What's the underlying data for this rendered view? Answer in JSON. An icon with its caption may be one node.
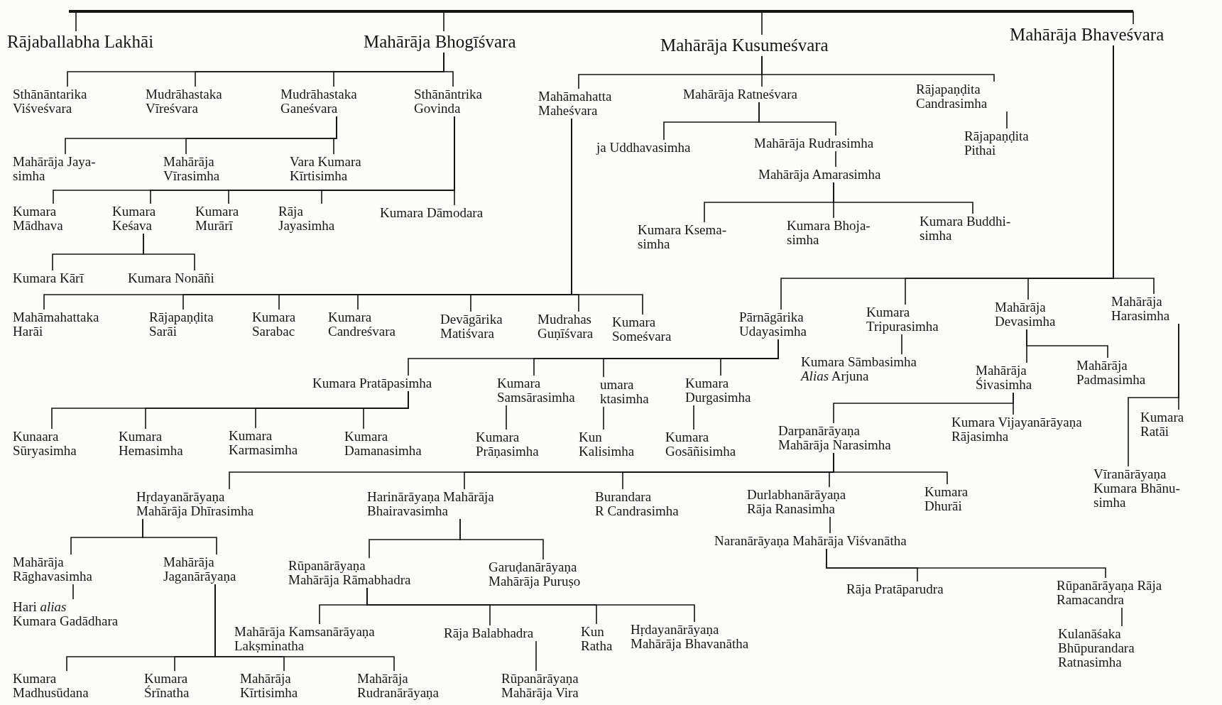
{
  "diagram": {
    "nodes": [
      {
        "text": [
          "Rājaballabha Lakhāi"
        ]
      },
      {
        "text": [
          "Mahārāja Bhogīśvara"
        ]
      },
      {
        "text": [
          "Mahārāja Kusumeśvara"
        ]
      },
      {
        "text": [
          "Mahārāja Bhaveśvara"
        ]
      },
      {
        "text": [
          "Sthānāntarika Viśveśvara"
        ]
      },
      {
        "text": [
          "Mudrāhastaka Vīreśvara"
        ]
      },
      {
        "text": [
          "Mudrāhastaka Ganeśvara"
        ]
      },
      {
        "text": [
          "Sthānāntrika Govinda"
        ]
      },
      {
        "text": [
          "Mahāmahatta Maheśvara"
        ]
      },
      {
        "text": [
          "Mahārāja Ratneśvara"
        ]
      },
      {
        "text": [
          "Rājapaṇḍita Candrasimha"
        ]
      },
      {
        "text": [
          "ja Uddhavasimha"
        ]
      },
      {
        "text": [
          "Mahārāja Rudrasimha"
        ]
      },
      {
        "text": [
          "Rājapaṇḍita Pithai"
        ]
      },
      {
        "text": [
          "Mahārāja Jaya- simha"
        ]
      },
      {
        "text": [
          "Mahārāja Vīrasimha"
        ]
      },
      {
        "text": [
          "Vara Kumara Kīrtisimha"
        ]
      },
      {
        "text": [
          "Mahārāja Amarasimha"
        ]
      },
      {
        "text": [
          "Kumara Mādhava"
        ]
      },
      {
        "text": [
          "Kumara Keśava"
        ]
      },
      {
        "text": [
          "Kumara Murārī"
        ]
      },
      {
        "text": [
          "Rāja Jayasimha"
        ]
      },
      {
        "text": [
          "Kumara Dāmodara"
        ]
      },
      {
        "text": [
          "Kumara Ksema- simha"
        ]
      },
      {
        "text": [
          "Kumara Bhoja- simha"
        ]
      },
      {
        "text": [
          "Kumara Buddhi- simha"
        ]
      },
      {
        "text": [
          "Kumara Kārī"
        ]
      },
      {
        "text": [
          "Kumara Nonāñi"
        ]
      },
      {
        "text": [
          "Mahāmahattaka Harāi"
        ]
      },
      {
        "text": [
          "Rājapaṇḍita Sarāi"
        ]
      },
      {
        "text": [
          "Kumara Sarabac"
        ]
      },
      {
        "text": [
          "Kumara Candreśvara"
        ]
      },
      {
        "text": [
          "Devāgārika Matiśvara"
        ]
      },
      {
        "text": [
          "Mudrahas Guṇīśvara"
        ]
      },
      {
        "text": [
          "Kumara Someśvara"
        ]
      },
      {
        "text": [
          "Pārnāgārika Udayasimha"
        ]
      },
      {
        "text": [
          "Kumara Tripurasimha"
        ]
      },
      {
        "text": [
          "Mahārāja Devasimha"
        ]
      },
      {
        "text": [
          "Mahārāja Harasimha"
        ]
      },
      {
        "text": [
          "Kumara Sāmbasimha *Alias* Arjuna"
        ]
      },
      {
        "text": [
          "Kumara Pratāpasimha"
        ]
      },
      {
        "text": [
          "Kumara Samsārasimha"
        ]
      },
      {
        "text": [
          "umara ktasimha"
        ]
      },
      {
        "text": [
          "Kumara Durgasimha"
        ]
      },
      {
        "text": [
          "Mahārāja Śivasimha"
        ]
      },
      {
        "text": [
          "Mahārāja Padmasimha"
        ]
      },
      {
        "text": [
          "Kunaara Sūryasimha"
        ]
      },
      {
        "text": [
          "Kumara Hemasimha"
        ]
      },
      {
        "text": [
          "Kumara Karmasimha"
        ]
      },
      {
        "text": [
          "Kumara Damanasimha"
        ]
      },
      {
        "text": [
          "Kumara Prāṇasimha"
        ]
      },
      {
        "text": [
          "Kun Kalisimha"
        ]
      },
      {
        "text": [
          "Kumara Gosāñisimha"
        ]
      },
      {
        "text": [
          "Darpanārāyaṇa Mahārāja Narasimha"
        ]
      },
      {
        "text": [
          "Kumara Vijayanārāyaṇa Rājasimha"
        ]
      },
      {
        "text": [
          "Kumara Ratāi"
        ]
      },
      {
        "text": [
          "Hṛdayanārāyaṇa Mahārāja Dhīrasimha"
        ]
      },
      {
        "text": [
          "Harinārāyaṇa Mahārāja Bhairavasimha"
        ]
      },
      {
        "text": [
          "Burandara R Candrasimha"
        ]
      },
      {
        "text": [
          "Durlabhanārāyaṇa Rāja Ranasimha"
        ]
      },
      {
        "text": [
          "Kumara Dhurāi"
        ]
      },
      {
        "text": [
          "Vīranārāyaṇa Kumara Bhānu- simha"
        ]
      },
      {
        "text": [
          "Naranārāyaṇa Mahārāja Viśvanātha"
        ]
      },
      {
        "text": [
          "Mahārāja Rāghavasimha"
        ]
      },
      {
        "text": [
          "Mahārāja Jaganārāyaṇa"
        ]
      },
      {
        "text": [
          "Rūpanārāyaṇa Mahārāja Rāmabhadra"
        ]
      },
      {
        "text": [
          "Garuḍanārāyaṇa Mahārāja Puruṣo"
        ]
      },
      {
        "text": [
          "Rāja Pratāparudra"
        ]
      },
      {
        "text": [
          "Rūpanārāyaṇa Rāja Ramacandra"
        ]
      },
      {
        "text": [
          "Hari *alias* Kumara Gadādhara"
        ]
      },
      {
        "text": [
          "Mahārāja Kamsanārāyaṇa Lakṣminatha"
        ]
      },
      {
        "text": [
          "Rāja Balabhadra"
        ]
      },
      {
        "text": [
          "Kun Ratha"
        ]
      },
      {
        "text": [
          "Hṛdayanārāyaṇa Mahārāja Bhavanātha"
        ]
      },
      {
        "text": [
          "Kulanāśaka Bhūpurandara Ratnasimha"
        ]
      },
      {
        "text": [
          "Kumara Madhusūdana"
        ]
      },
      {
        "text": [
          "Kumara Śrīnatha"
        ]
      },
      {
        "text": [
          "Mahārāja Kīrtisimha"
        ]
      },
      {
        "text": [
          "Mahārāja Rudranārāyaṇa"
        ]
      },
      {
        "text": [
          "Rūpanārāyaṇa Mahārāja Vira"
        ]
      }
    ],
    "edges": [
      {
        "from": null,
        "to": 0,
        "arrow": "none"
      },
      {
        "from": null,
        "to": 1,
        "arrow": "none"
      },
      {
        "from": null,
        "to": 2,
        "arrow": "none"
      },
      {
        "from": null,
        "to": 3,
        "arrow": "none"
      },
      {
        "from": 1,
        "to": 4,
        "arrow": "none"
      },
      {
        "from": 1,
        "to": 5,
        "arrow": "none"
      },
      {
        "from": 1,
        "to": 6,
        "arrow": "none"
      },
      {
        "from": 1,
        "to": 7,
        "arrow": "none"
      },
      {
        "from": 2,
        "to": 8,
        "arrow": "none"
      },
      {
        "from": 2,
        "to": 9,
        "arrow": "none"
      },
      {
        "from": 2,
        "to": 10,
        "arrow": "none"
      },
      {
        "from": 6,
        "to": 14,
        "arrow": "none"
      },
      {
        "from": 6,
        "to": 15,
        "arrow": "none"
      },
      {
        "from": 6,
        "to": 16,
        "arrow": "none"
      },
      {
        "from": 7,
        "to": 18,
        "arrow": "none"
      },
      {
        "from": 7,
        "to": 19,
        "arrow": "none"
      },
      {
        "from": 7,
        "to": 20,
        "arrow": "none"
      },
      {
        "from": 7,
        "to": 21,
        "arrow": "none"
      },
      {
        "from": 7,
        "to": 22,
        "arrow": "none"
      },
      {
        "from": 8,
        "to": 28,
        "arrow": "none"
      },
      {
        "from": 8,
        "to": 29,
        "arrow": "none"
      },
      {
        "from": 8,
        "to": 30,
        "arrow": "none"
      },
      {
        "from": 8,
        "to": 31,
        "arrow": "none"
      },
      {
        "from": 8,
        "to": 32,
        "arrow": "none"
      },
      {
        "from": 8,
        "to": 33,
        "arrow": "none"
      },
      {
        "from": 8,
        "to": 34,
        "arrow": "none"
      },
      {
        "from": 9,
        "to": 11,
        "arrow": "none"
      },
      {
        "from": 9,
        "to": 12,
        "arrow": "none"
      },
      {
        "from": 10,
        "to": 13,
        "arrow": "none"
      },
      {
        "from": 12,
        "to": 17,
        "arrow": "none"
      },
      {
        "from": 17,
        "to": 23,
        "arrow": "none"
      },
      {
        "from": 17,
        "to": 24,
        "arrow": "none"
      },
      {
        "from": 17,
        "to": 25,
        "arrow": "none"
      },
      {
        "from": 19,
        "to": 26,
        "arrow": "none"
      },
      {
        "from": 19,
        "to": 27,
        "arrow": "none"
      },
      {
        "from": 3,
        "to": 35,
        "arrow": "none"
      },
      {
        "from": 3,
        "to": 36,
        "arrow": "none"
      },
      {
        "from": 3,
        "to": 37,
        "arrow": "none"
      },
      {
        "from": 3,
        "to": 38,
        "arrow": "none"
      },
      {
        "from": 35,
        "to": 40,
        "arrow": "none"
      },
      {
        "from": 35,
        "to": 41,
        "arrow": "none"
      },
      {
        "from": 35,
        "to": 42,
        "arrow": "none"
      },
      {
        "from": 35,
        "to": 43,
        "arrow": "none"
      },
      {
        "from": 36,
        "to": 39,
        "arrow": "none"
      },
      {
        "from": 37,
        "to": 44,
        "arrow": "none"
      },
      {
        "from": 37,
        "to": 45,
        "arrow": "none"
      },
      {
        "from": 38,
        "to": 55,
        "arrow": "none"
      },
      {
        "from": 38,
        "to": 61,
        "arrow": "none"
      },
      {
        "from": 40,
        "to": 46,
        "arrow": "none"
      },
      {
        "from": 40,
        "to": 47,
        "arrow": "none"
      },
      {
        "from": 40,
        "to": 48,
        "arrow": "none"
      },
      {
        "from": 40,
        "to": 49,
        "arrow": "none"
      },
      {
        "from": 41,
        "to": 50,
        "arrow": "none"
      },
      {
        "from": 42,
        "to": 51,
        "arrow": "none"
      },
      {
        "from": 43,
        "to": 52,
        "arrow": "none"
      },
      {
        "from": 44,
        "to": 53,
        "arrow": "none"
      },
      {
        "from": 44,
        "to": 54,
        "arrow": "none"
      },
      {
        "from": 53,
        "to": 56,
        "arrow": "none"
      },
      {
        "from": 53,
        "to": 57,
        "arrow": "none"
      },
      {
        "from": 53,
        "to": 58,
        "arrow": "none"
      },
      {
        "from": 53,
        "to": 59,
        "arrow": "none"
      },
      {
        "from": 53,
        "to": 60,
        "arrow": "none"
      },
      {
        "from": 56,
        "to": 63,
        "arrow": "none"
      },
      {
        "from": 56,
        "to": 64,
        "arrow": "none"
      },
      {
        "from": 57,
        "to": 65,
        "arrow": "none"
      },
      {
        "from": 57,
        "to": 66,
        "arrow": "none"
      },
      {
        "from": 59,
        "to": 62,
        "arrow": "none"
      },
      {
        "from": 62,
        "to": 67,
        "arrow": "none"
      },
      {
        "from": 62,
        "to": 68,
        "arrow": "none"
      },
      {
        "from": 63,
        "to": 69,
        "arrow": "none"
      },
      {
        "from": 64,
        "to": 75,
        "arrow": "none"
      },
      {
        "from": 64,
        "to": 76,
        "arrow": "none"
      },
      {
        "from": 64,
        "to": 77,
        "arrow": "none"
      },
      {
        "from": 64,
        "to": 78,
        "arrow": "none"
      },
      {
        "from": 65,
        "to": 70,
        "arrow": "none"
      },
      {
        "from": 65,
        "to": 71,
        "arrow": "none"
      },
      {
        "from": 65,
        "to": 72,
        "arrow": "none"
      },
      {
        "from": 65,
        "to": 73,
        "arrow": "none"
      },
      {
        "from": 71,
        "to": 79,
        "arrow": "none"
      },
      {
        "from": 68,
        "to": 74,
        "arrow": "none"
      }
    ]
  }
}
